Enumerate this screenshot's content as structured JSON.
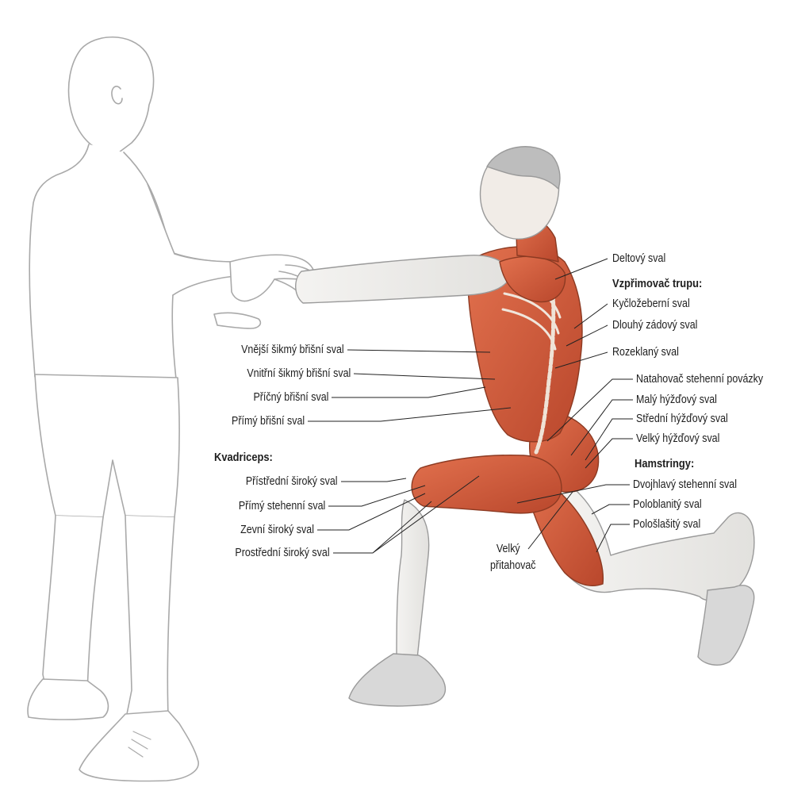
{
  "labels": {
    "deltoid": "Deltový sval",
    "erector_heading": "Vzpřimovač trupu:",
    "iliocostalis": "Kyčložeberní sval",
    "longissimus": "Dlouhý zádový sval",
    "multifidus": "Rozeklaný sval",
    "tfl": "Natahovač stehenní povázky",
    "glute_min": "Malý hýžďový sval",
    "glute_med": "Střední hýžďový sval",
    "glute_max": "Velký hýžďový sval",
    "hamstrings_heading": "Hamstringy:",
    "biceps_femoris": "Dvojhlavý stehenní sval",
    "semimembranosus": "Poloblanitý sval",
    "semitendinosus": "Pološlašitý sval",
    "adductor_magnus_1": "Velký",
    "adductor_magnus_2": "přitahovač",
    "ext_oblique": "Vnější šikmý břišní sval",
    "int_oblique": "Vnitřní šikmý břišní sval",
    "transversus": "Příčný břišní sval",
    "rectus_abdominis": "Přímý břišní sval",
    "quad_heading": "Kvadriceps:",
    "vastus_medialis": "Přístřední široký sval",
    "rectus_femoris": "Přímý stehenní sval",
    "vastus_lateralis": "Zevní široký sval",
    "vastus_intermedius": "Prostřední široký sval"
  }
}
